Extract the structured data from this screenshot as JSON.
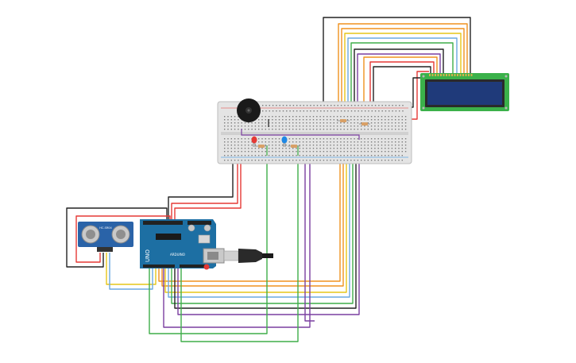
{
  "components": {
    "breadboard": {
      "name": "Breadboard"
    },
    "buzzer": {
      "name": "Piezo buzzer"
    },
    "lcd": {
      "name": "LCD 16x2",
      "pin_count": 16
    },
    "ultrasonic_sensor": {
      "name": "HC-SR04 ultrasonic sensor",
      "label": "HC-SR04"
    },
    "arduino": {
      "name": "Arduino Uno",
      "label": "UNO",
      "sublabel": "ARDUINO"
    },
    "usb_cable": {
      "name": "USB cable"
    },
    "leds": [
      {
        "name": "Red LED",
        "color": "#e53935"
      },
      {
        "name": "Blue LED",
        "color": "#1e88e5"
      }
    ],
    "resistor_count": 4
  },
  "colors": {
    "wire_black": "#222222",
    "wire_red": "#e53935",
    "wire_orange": "#f0921e",
    "wire_yellow": "#e6c619",
    "wire_green": "#3fae49",
    "wire_purple": "#7a3fa0",
    "wire_blue": "#6aa8e0",
    "arduino_board": "#1d6fa3",
    "lcd_board": "#3bb14a",
    "lcd_screen": "#1f3a7a",
    "sensor_board": "#2a63a8"
  }
}
